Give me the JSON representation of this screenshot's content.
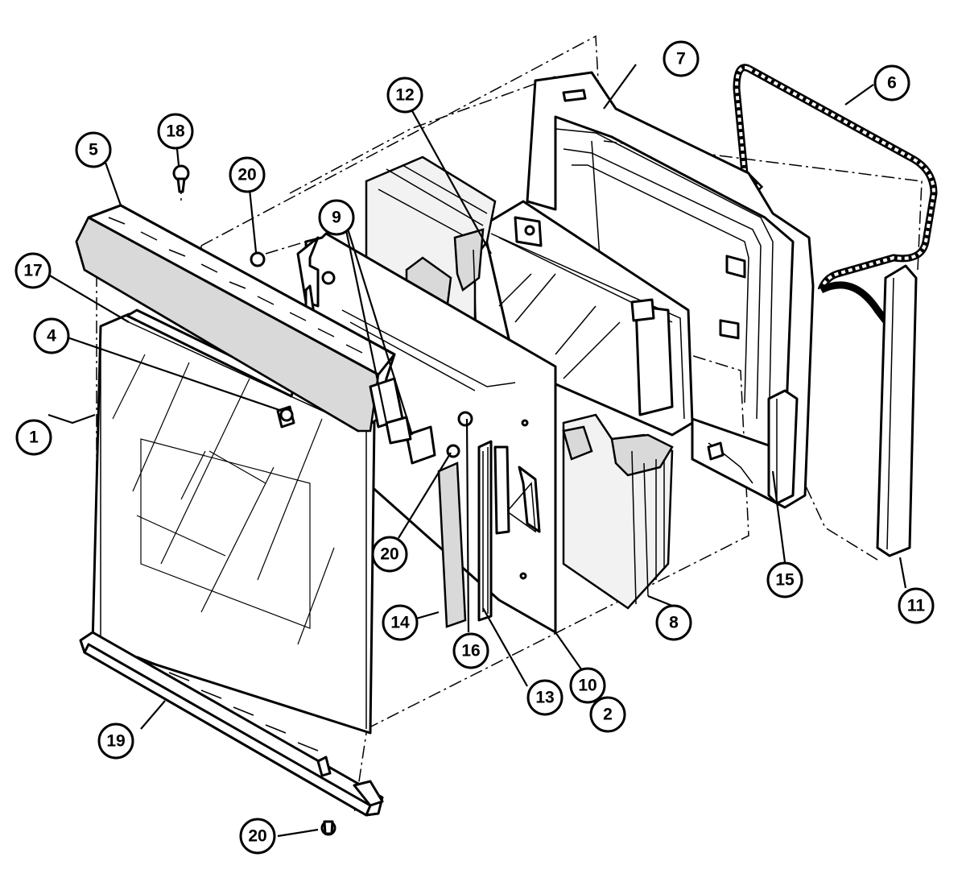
{
  "callouts": [
    {
      "id": "c1",
      "label": "1"
    },
    {
      "id": "c2",
      "label": "2"
    },
    {
      "id": "c4",
      "label": "4"
    },
    {
      "id": "c5",
      "label": "5"
    },
    {
      "id": "c6",
      "label": "6"
    },
    {
      "id": "c7",
      "label": "7"
    },
    {
      "id": "c8",
      "label": "8"
    },
    {
      "id": "c9",
      "label": "9"
    },
    {
      "id": "c10",
      "label": "10"
    },
    {
      "id": "c11",
      "label": "11"
    },
    {
      "id": "c12",
      "label": "12"
    },
    {
      "id": "c13",
      "label": "13"
    },
    {
      "id": "c14",
      "label": "14"
    },
    {
      "id": "c15",
      "label": "15"
    },
    {
      "id": "c16",
      "label": "16"
    },
    {
      "id": "c17",
      "label": "17"
    },
    {
      "id": "c18",
      "label": "18"
    },
    {
      "id": "c19",
      "label": "19"
    },
    {
      "id": "c20a",
      "label": "20"
    },
    {
      "id": "c20b",
      "label": "20"
    },
    {
      "id": "c20c",
      "label": "20"
    }
  ]
}
